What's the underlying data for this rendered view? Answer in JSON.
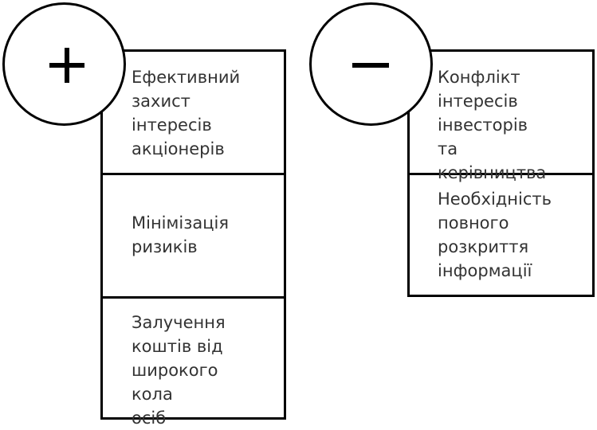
{
  "advantages": {
    "symbol": "plus",
    "items": [
      {
        "label": "Ефективний\nзахист\nінтересів\nакціонерів"
      },
      {
        "label": "Мінімізація\nризиків"
      },
      {
        "label": "Залучення\nкоштів від\nширокого кола\nосіб"
      }
    ]
  },
  "disadvantages": {
    "symbol": "minus",
    "items": [
      {
        "label": "Конфлікт\nінтересів\nінвесторів та\nкерівництва"
      },
      {
        "label": "Необхідність\nповного\nрозкриття\nінформації"
      }
    ]
  }
}
